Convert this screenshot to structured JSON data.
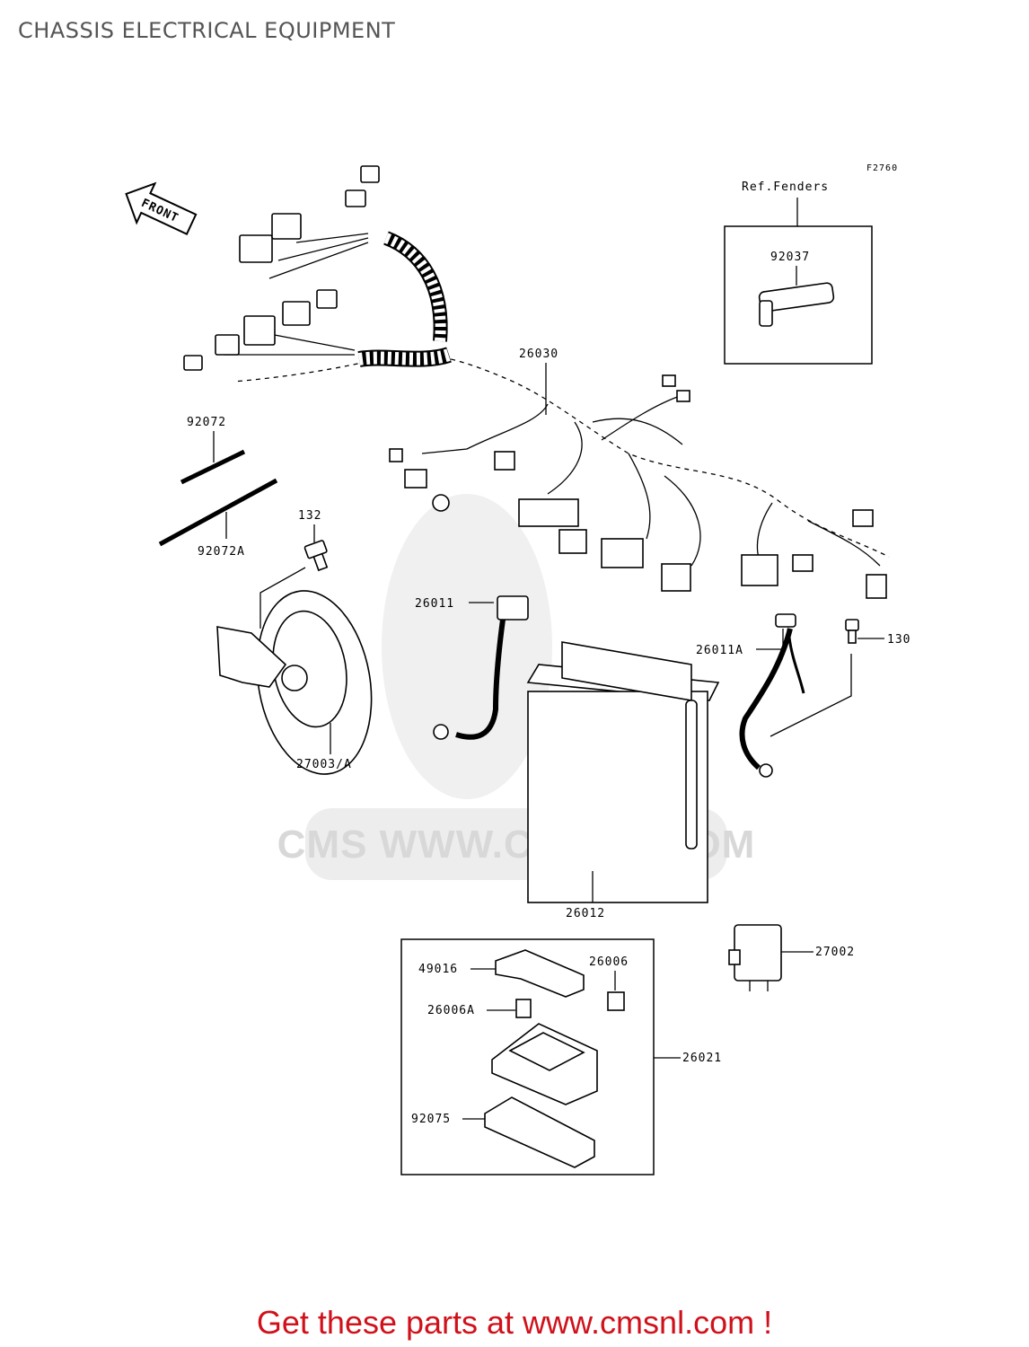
{
  "title": "CHASSIS ELECTRICAL EQUIPMENT",
  "figure_code": "F2760",
  "direction_arrow": "FRONT",
  "ref_label": "Ref.Fenders",
  "watermark": "CMS WWW.CMSNL.COM",
  "parts": {
    "p92037": "92037",
    "p26030": "26030",
    "p92072": "92072",
    "p92072a": "92072A",
    "p132": "132",
    "p26011": "26011",
    "p26011a": "26011A",
    "p130": "130",
    "p27003a": "27003/A",
    "p26012": "26012",
    "p49016": "49016",
    "p26006": "26006",
    "p26006a": "26006A",
    "p27002": "27002",
    "p26021": "26021",
    "p92075": "92075"
  },
  "cta": "Get these parts at www.cmsnl.com !"
}
